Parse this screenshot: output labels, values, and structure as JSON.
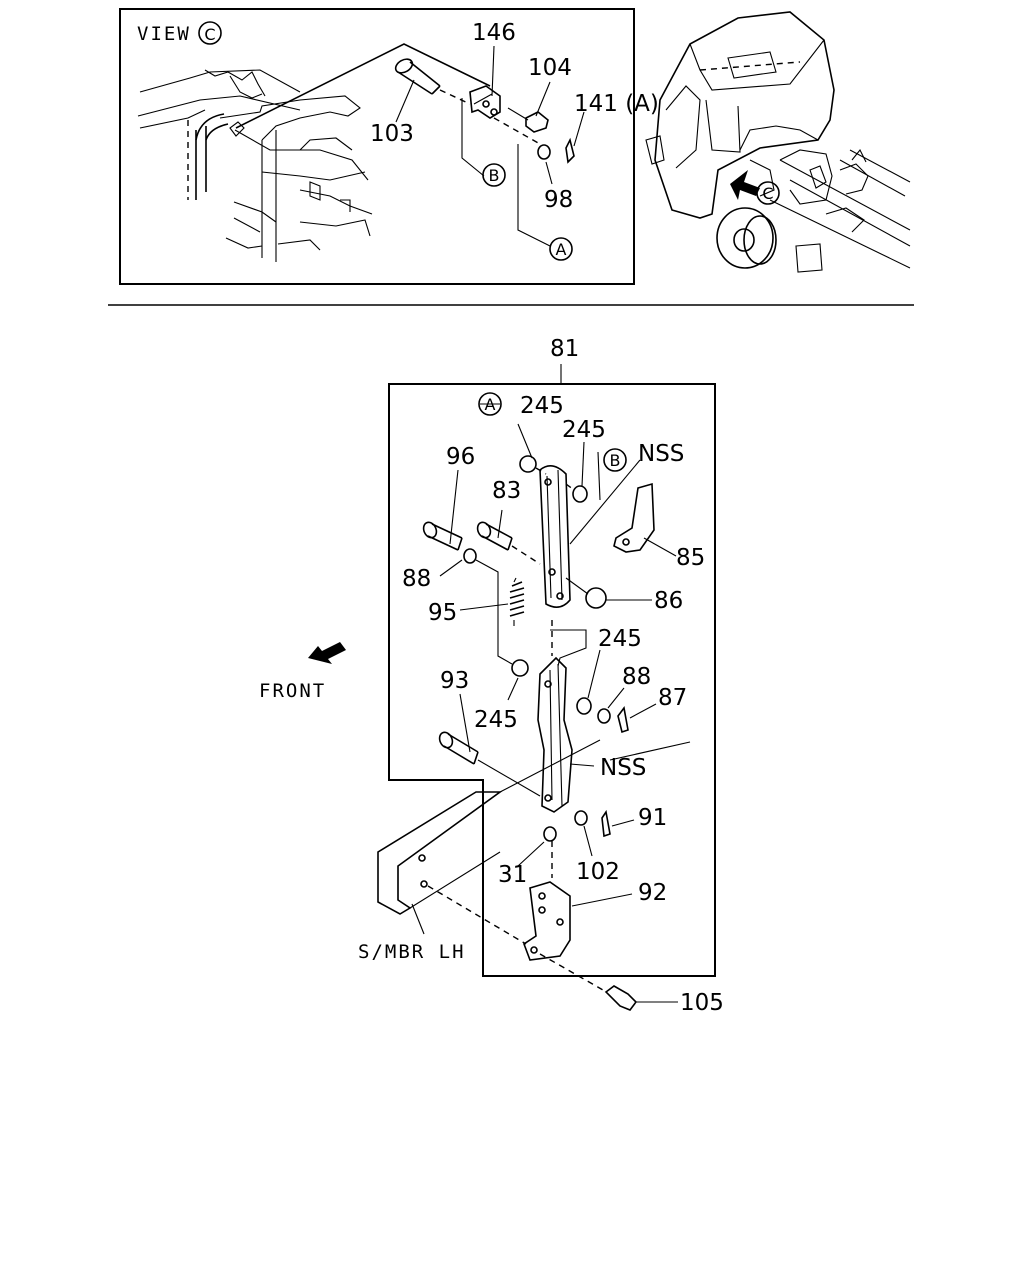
{
  "view_title": "VIEW",
  "view_marker": "C",
  "refs": {
    "A": "A",
    "B": "B",
    "C": "C"
  },
  "top_labels": {
    "p146": "146",
    "p104": "104",
    "p141": "141 (A)",
    "p103": "103",
    "p98": "98"
  },
  "main_labels": {
    "p81": "81",
    "p245a": "245",
    "p245b": "245",
    "nss_top": "NSS",
    "p96": "96",
    "p83": "83",
    "p85": "85",
    "p88a": "88",
    "p86": "86",
    "p95": "95",
    "p245c": "245",
    "p88b": "88",
    "p87": "87",
    "p93": "93",
    "p245d": "245",
    "nss_bottom": "NSS",
    "p91": "91",
    "p31": "31",
    "p102": "102",
    "p92": "92",
    "p105": "105",
    "side_member": "S/MBR LH"
  },
  "front_label": "FRONT"
}
